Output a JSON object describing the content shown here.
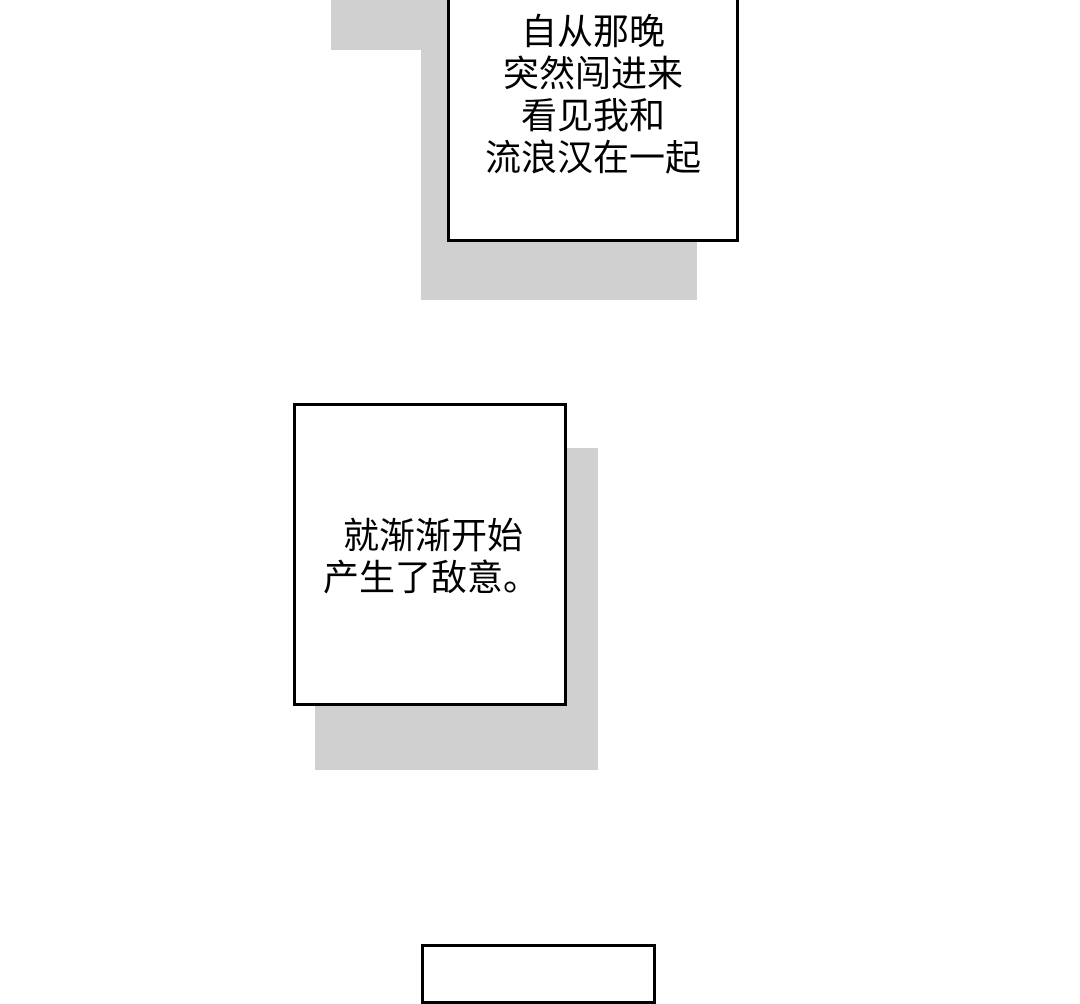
{
  "panels": [
    {
      "lines": [
        "自从那晚",
        "突然闯进来",
        "看见我和",
        "流浪汉在一起"
      ]
    },
    {
      "lines": [
        "就渐渐开始",
        "产生了敌意。"
      ]
    },
    {
      "lines": []
    }
  ],
  "colors": {
    "shadow": "#d0d0d0",
    "border": "#000000",
    "background": "#ffffff"
  }
}
